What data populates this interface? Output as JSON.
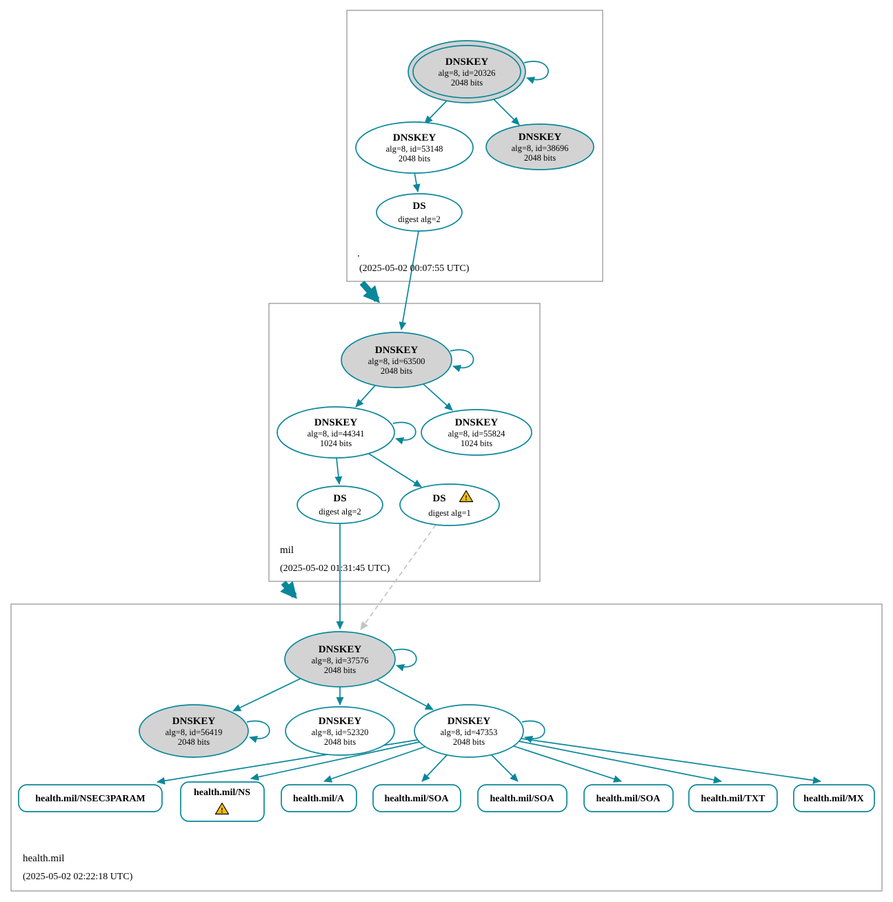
{
  "diagram_type": "dnssec-authentication-chain",
  "colors": {
    "secure": "#0a879a",
    "warning_fill": "#f4bd0e",
    "key_fill": "#d3d3d3",
    "node_fill": "#ffffff",
    "insecure_edge": "#c4c4c4",
    "zone_border": "#7a7a7a"
  },
  "icons": {
    "warning_glyph": "!"
  },
  "zones": [
    {
      "name": ".",
      "timestamp": "(2025-05-02 00:07:55 UTC)",
      "nodes": {
        "ksk": {
          "title": "DNSKEY",
          "detail1": "alg=8, id=20326",
          "detail2": "2048 bits"
        },
        "zsk1": {
          "title": "DNSKEY",
          "detail1": "alg=8, id=53148",
          "detail2": "2048 bits"
        },
        "zsk2": {
          "title": "DNSKEY",
          "detail1": "alg=8, id=38696",
          "detail2": "2048 bits"
        },
        "ds": {
          "title": "DS",
          "detail1": "digest alg=2"
        }
      }
    },
    {
      "name": "mil",
      "timestamp": "(2025-05-02 01:31:45 UTC)",
      "nodes": {
        "ksk": {
          "title": "DNSKEY",
          "detail1": "alg=8, id=63500",
          "detail2": "2048 bits"
        },
        "zsk1": {
          "title": "DNSKEY",
          "detail1": "alg=8, id=44341",
          "detail2": "1024 bits"
        },
        "zsk2": {
          "title": "DNSKEY",
          "detail1": "alg=8, id=55824",
          "detail2": "1024 bits"
        },
        "ds_sha256": {
          "title": "DS",
          "detail1": "digest alg=2"
        },
        "ds_sha1": {
          "title": "DS",
          "detail1": "digest alg=1"
        }
      }
    },
    {
      "name": "health.mil",
      "timestamp": "(2025-05-02 02:22:18 UTC)",
      "nodes": {
        "ksk": {
          "title": "DNSKEY",
          "detail1": "alg=8, id=37576",
          "detail2": "2048 bits"
        },
        "key_56419": {
          "title": "DNSKEY",
          "detail1": "alg=8, id=56419",
          "detail2": "2048 bits"
        },
        "key_52320": {
          "title": "DNSKEY",
          "detail1": "alg=8, id=52320",
          "detail2": "2048 bits"
        },
        "key_47353": {
          "title": "DNSKEY",
          "detail1": "alg=8, id=47353",
          "detail2": "2048 bits"
        }
      },
      "rrsets": [
        "health.mil/NSEC3PARAM",
        "health.mil/NS",
        "health.mil/A",
        "health.mil/SOA",
        "health.mil/SOA",
        "health.mil/SOA",
        "health.mil/TXT",
        "health.mil/MX"
      ]
    }
  ]
}
